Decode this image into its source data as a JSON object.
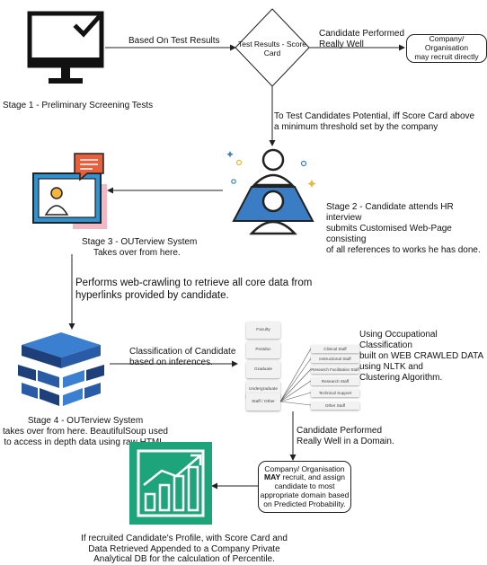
{
  "stage1": {
    "caption": "Stage 1 - Preliminary Screening Tests",
    "arrow_label": "Based On Test Results"
  },
  "decision": {
    "text_line1": "Test Results - Score",
    "text_line2": "Card"
  },
  "direct": {
    "arrow_label_line1": "Candidate Performed",
    "arrow_label_line2": "Really Well",
    "box_line1": "Company/ Organisation",
    "box_line2": "may recruit directly"
  },
  "threshold": {
    "line1": "To Test Candidates Potential, iff Score Card above",
    "line2": "a minimum threshold set by the company"
  },
  "stage2": {
    "line1": "Stage 2 - Candidate attends HR interview",
    "line2": "submits Customised Web-Page consisting",
    "line3": "of all references to works he has done."
  },
  "stage3": {
    "line1": "Stage 3 - OUTerview System",
    "line2": "Takes over from here."
  },
  "crawl": {
    "line1": "Performs web-crawling to retrieve all core data from",
    "line2": "hyperlinks provided by candidate."
  },
  "classification": {
    "line1": "Classification of Candidate",
    "line2": "based on inferences."
  },
  "stage4": {
    "line1": "Stage 4 - OUTerview System",
    "line2": "takes over from here. BeautifulSoup used",
    "line3": "to access in depth data using raw HTML."
  },
  "categories": [
    "Faculty",
    "Postdoc",
    "Graduate",
    "Undergraduate",
    "Staff / Other"
  ],
  "staff_types": [
    "Clinical Staff",
    "Instructional Staff",
    "Research Facilitation Staff",
    "Research Staff",
    "Technical Support",
    "Other Staff"
  ],
  "occupational": {
    "line1": "Using Occupational Classification",
    "line2": "built on WEB CRAWLED DATA",
    "line3": "using NLTK and",
    "line4": "Clustering Algorithm."
  },
  "domain": {
    "line1": "Candidate Performed",
    "line2": "Really Well in a Domain."
  },
  "may_box": {
    "line1a": "Company/ Organisation",
    "line2_bold": "MAY",
    "line2_rest": " recruit, and assign",
    "line3": "candidate to most",
    "line4": "appropriate domain based",
    "line5": "on Predicted Probability."
  },
  "final": {
    "line1": "If recruited Candidate's Profile, with Score Card and",
    "line2": "Data Retrieved Appended to a Company Private",
    "line3": "Analytical DB for the calculation of Percentile."
  },
  "colors": {
    "stage2_blue": "#3b7dc4",
    "stage3_blue": "#2f93d1",
    "stage3_pink": "#f4b8c4",
    "stage3_orange": "#e85f3b",
    "stage3_yellow": "#f5b63a",
    "stack_blue_dark": "#1d3f7a",
    "stack_blue_light": "#3b7fd0",
    "chart_green": "#1ea47a"
  }
}
